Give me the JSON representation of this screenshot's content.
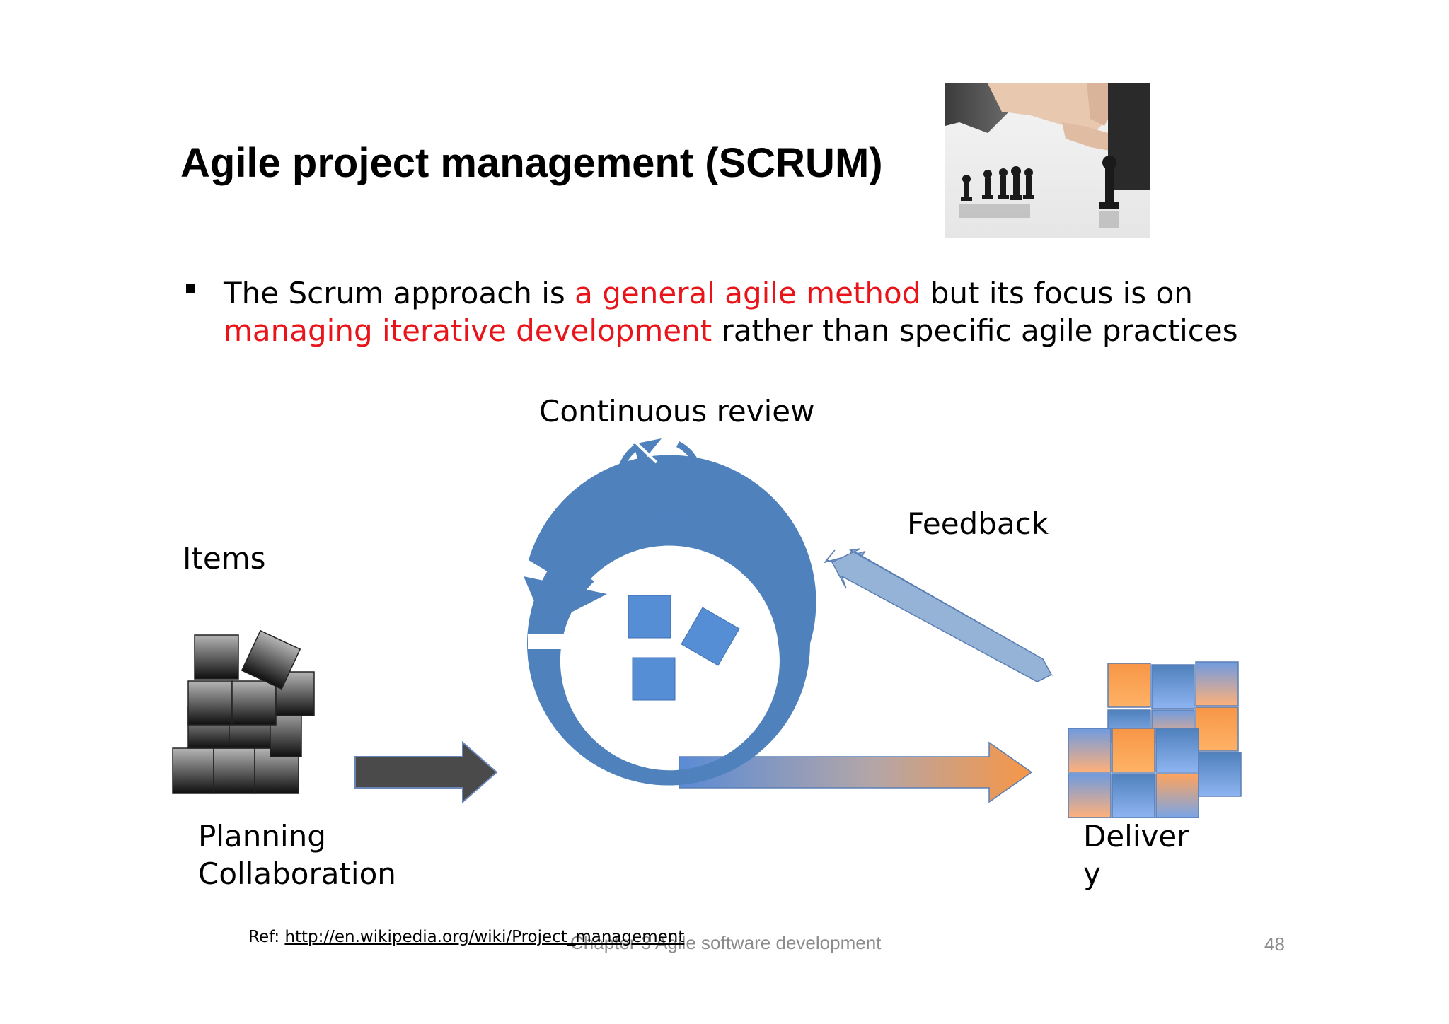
{
  "slide": {
    "title": "Agile project management (SCRUM)",
    "bullet": {
      "part1": "The Scrum approach is ",
      "highlight1": "a general agile method",
      "part2": " but its focus is on ",
      "highlight2": "managing iterative development",
      "part3": " rather than specific agile practices"
    },
    "colors": {
      "highlight": "#e8141a",
      "cycle_blue": "#4f81bd",
      "feedback_blue": "#95b3d7",
      "delivery_orange": "#f79646",
      "dark_arrow": "#4a4a4a"
    }
  },
  "diagram": {
    "continuous_review": "Continuous review",
    "feedback": "Feedback",
    "items": "Items",
    "planning_line1": "Planning",
    "planning_line2": "Collaboration",
    "delivery": "Delivery"
  },
  "footer": {
    "ref_prefix": "Ref: ",
    "ref_link": "http://en.wikipedia.org/wiki/Project_management",
    "chapter": "Chapter 3 Agile software development",
    "page_number": "48"
  }
}
